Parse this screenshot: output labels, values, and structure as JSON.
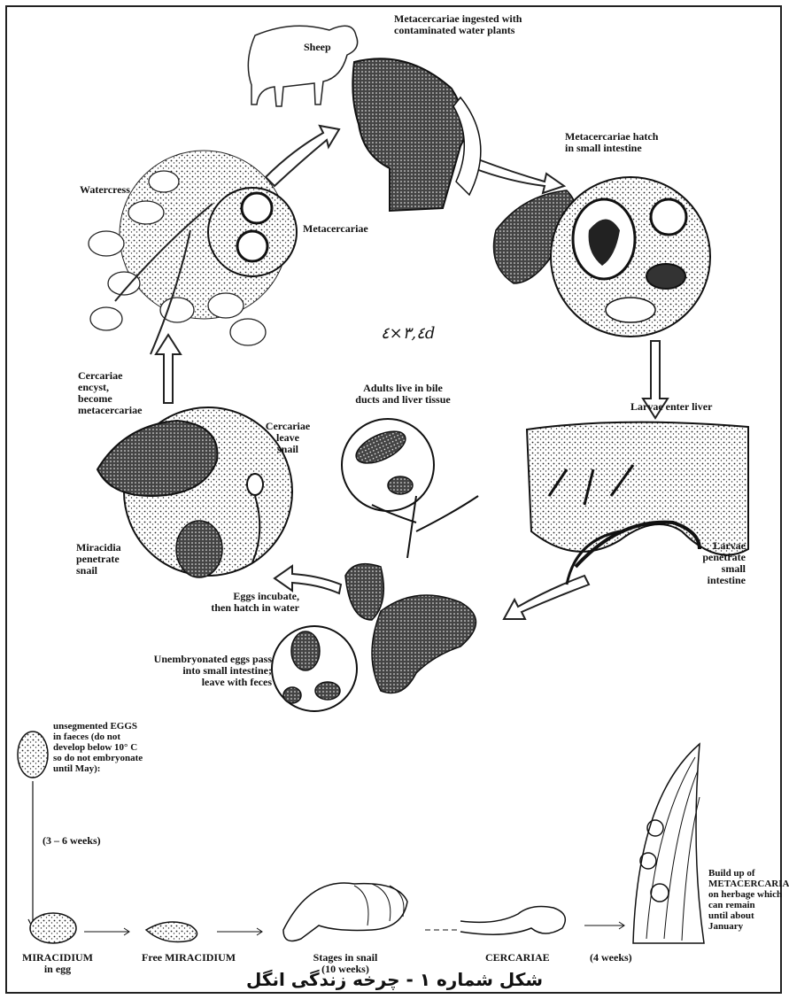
{
  "top_cycle": {
    "sheep": "Sheep",
    "ingested": "Metacercariae ingested with\ncontaminated water plants",
    "hatch": "Metacercariae hatch\nin small intestine",
    "watercress": "Watercress",
    "metacercariae": "Metacercariae",
    "handwriting": "٣,٤×٤d",
    "adults": "Adults live in bile\nducts and liver tissue",
    "cercariae_encyst": "Cercariae\nencyst,\nbecome\nmetacercariae",
    "cercariae_leave": "Cercariae\nleave\nsnail",
    "larvae_enter": "Larvae enter liver",
    "larvae_penetrate": "Larvae\npenetrate\nsmall\nintestine",
    "miracidia": "Miracidia\npenetrate\nsnail",
    "eggs_incubate": "Eggs incubate,\nthen hatch in water",
    "unembryonated": "Unembryonated eggs pass\ninto small intestine;\nleave with feces"
  },
  "bottom_cycle": {
    "eggs_note": "unsegmented EGGS\nin faeces (do not\ndevelop below 10° C\nso do not embryonate\nuntil May):",
    "weeks": "(3 – 6 weeks)",
    "miracidium_egg": "MIRACIDIUM\nin egg",
    "free_miracidium": "Free MIRACIDIUM",
    "stages_snail": "Stages in snail\n(10 weeks)",
    "cercariae": "CERCARIAE",
    "four_weeks": "(4 weeks)",
    "buildup": "Build up of\nMETACERCARIAE\non herbage which\ncan remain\nuntil about\nJanuary"
  },
  "caption": "شکل شماره ۱ - چرخه زندگی انگل"
}
